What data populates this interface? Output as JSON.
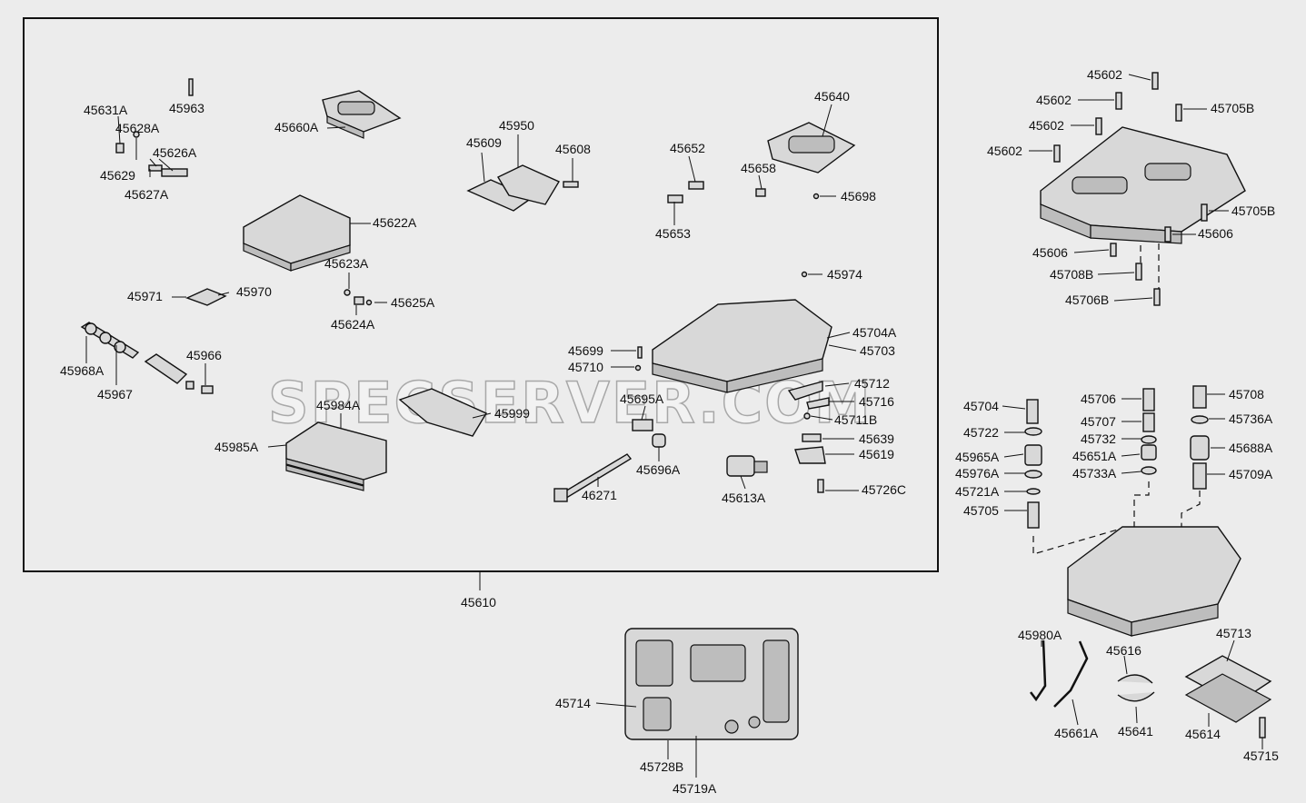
{
  "watermark": "SPECSERVER.COM",
  "labels": {
    "l45631A": "45631A",
    "l45628A": "45628A",
    "l45626A": "45626A",
    "l45629": "45629",
    "l45627A": "45627A",
    "l45963": "45963",
    "l45660A": "45660A",
    "l45622A": "45622A",
    "l45623A": "45623A",
    "l45625A": "45625A",
    "l45624A": "45624A",
    "l45971": "45971",
    "l45970": "45970",
    "l45968A": "45968A",
    "l45967": "45967",
    "l45966": "45966",
    "l45984A": "45984A",
    "l45985A": "45985A",
    "l45999": "45999",
    "l45609": "45609",
    "l45950": "45950",
    "l45608": "45608",
    "l45652": "45652",
    "l45653": "45653",
    "l45658": "45658",
    "l45640": "45640",
    "l45698": "45698",
    "l45974": "45974",
    "l45704A": "45704A",
    "l45703": "45703",
    "l45699": "45699",
    "l45710": "45710",
    "l45695A": "45695A",
    "l45696A": "45696A",
    "l46271": "46271",
    "l45712": "45712",
    "l45716": "45716",
    "l45711B": "45711B",
    "l45639": "45639",
    "l45619": "45619",
    "l45726C": "45726C",
    "l45613A": "45613A",
    "l45610": "45610",
    "l45602a": "45602",
    "l45602b": "45602",
    "l45602c": "45602",
    "l45602d": "45602",
    "l45705B_1": "45705B",
    "l45705B_2": "45705B",
    "l45606_1": "45606",
    "l45606_2": "45606",
    "l45708B": "45708B",
    "l45706B": "45706B",
    "l45704": "45704",
    "l45722": "45722",
    "l45965A": "45965A",
    "l45976A": "45976A",
    "l45721A": "45721A",
    "l45705": "45705",
    "l45706": "45706",
    "l45707": "45707",
    "l45732": "45732",
    "l45651A": "45651A",
    "l45733A": "45733A",
    "l45708": "45708",
    "l45736A": "45736A",
    "l45688A": "45688A",
    "l45709A": "45709A",
    "l45980A": "45980A",
    "l45661A": "45661A",
    "l45616": "45616",
    "l45641": "45641",
    "l45713": "45713",
    "l45614": "45614",
    "l45715": "45715",
    "l45714": "45714",
    "l45728B": "45728B",
    "l45719A": "45719A"
  }
}
